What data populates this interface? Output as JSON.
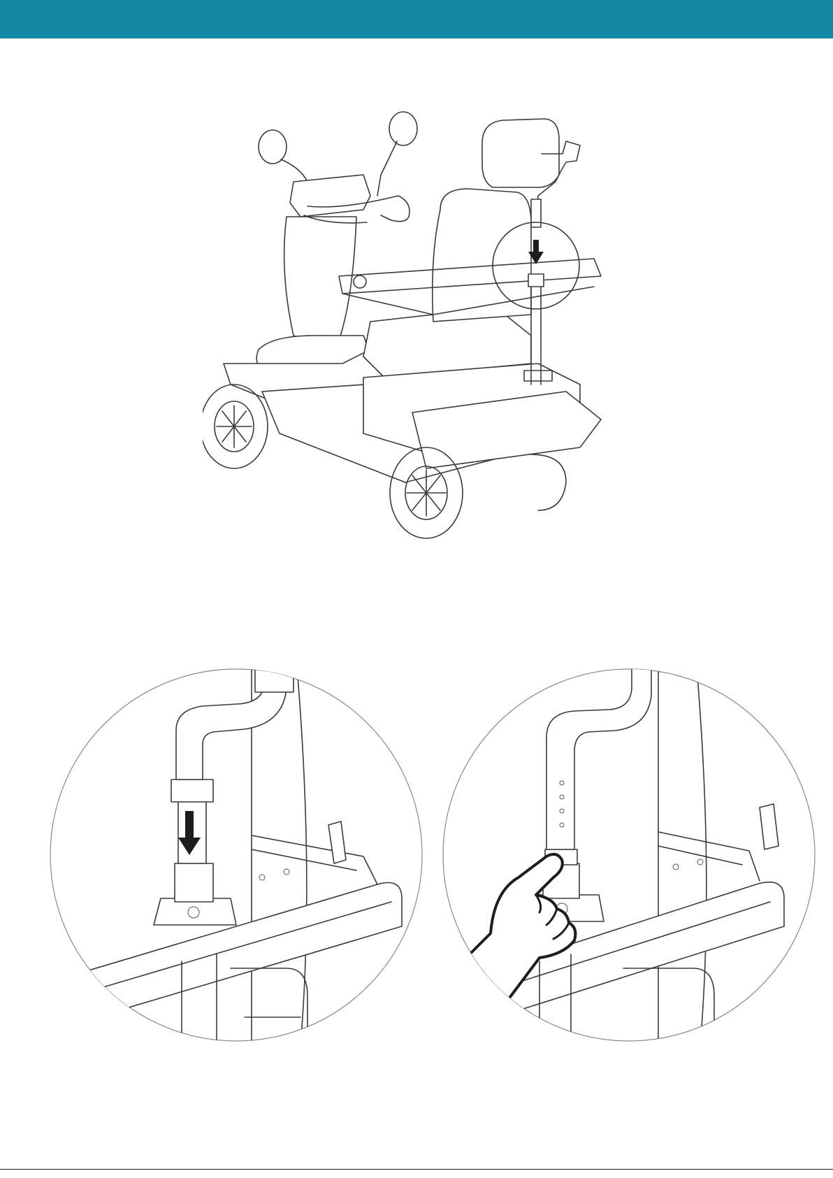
{
  "page": {
    "header_color": "#1389a4",
    "illustrations": {
      "overview": "scooter-overview",
      "detail_left": "insert-post-detail",
      "detail_right": "post-inserted-detail"
    },
    "icons": [
      "down-arrow-icon",
      "pointing-hand-icon"
    ]
  }
}
